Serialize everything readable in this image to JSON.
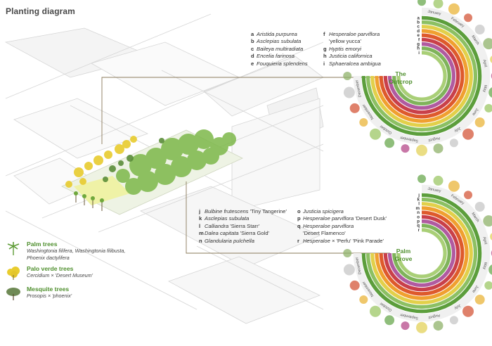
{
  "title": "Planting diagram",
  "outcrop": {
    "label_line1": "The",
    "label_line2": "Outcrop",
    "letters": [
      "a",
      "b",
      "c",
      "d",
      "e",
      "f",
      "g",
      "h",
      "i"
    ],
    "species_left": [
      {
        "key": "a",
        "name": "Aristida purpurea"
      },
      {
        "key": "b",
        "name": "Asclepias subulata"
      },
      {
        "key": "c",
        "name": "Baileya multiradiata"
      },
      {
        "key": "d",
        "name": "Encelia farinosa"
      },
      {
        "key": "e",
        "name": "Fouquieria splendens"
      }
    ],
    "species_right": [
      {
        "key": "f",
        "name": "Hesperaloe parviflora",
        "cultivar": ""
      },
      {
        "key": "",
        "name": "",
        "cultivar": "'yellow yucca'"
      },
      {
        "key": "g",
        "name": "Hyptis emoryi",
        "cultivar": ""
      },
      {
        "key": "h",
        "name": "Justicia californica",
        "cultivar": ""
      },
      {
        "key": "i",
        "name": "Sphaeralcea ambigua",
        "cultivar": ""
      }
    ]
  },
  "palm_grove": {
    "label_line1": "Palm",
    "label_line2": "Grove",
    "letters": [
      "j",
      "k",
      "l",
      "m",
      "n",
      "o",
      "p",
      "q",
      "r"
    ],
    "species_left": [
      {
        "key": "j",
        "name": "Bulbine frutescens",
        "cultivar": "'Tiny Tangerine'"
      },
      {
        "key": "k",
        "name": "Asclepias subulata",
        "cultivar": ""
      },
      {
        "key": "l",
        "name": "Calliandra",
        "cultivar": "'Sierra Starr'"
      },
      {
        "key": "m",
        "name": "Dalea capitata",
        "cultivar": "'Sierra Gold'"
      },
      {
        "key": "n",
        "name": "Glandularia pulchella",
        "cultivar": ""
      }
    ],
    "species_right": [
      {
        "key": "o",
        "name": "Justicia spicigera",
        "cultivar": ""
      },
      {
        "key": "p",
        "name": "Hesperaloe parviflora",
        "cultivar": "'Desert Dusk'"
      },
      {
        "key": "q",
        "name": "Hesperaloe parviflora",
        "cultivar": ""
      },
      {
        "key": "",
        "name": "",
        "cultivar": "'Desert Flamenco'"
      },
      {
        "key": "r",
        "name": "Hesperaloe ×",
        "cultivar": "'Perfu' 'Pink Parade'"
      }
    ]
  },
  "months": [
    "January",
    "February",
    "March",
    "April",
    "May",
    "June",
    "July",
    "August",
    "September",
    "October",
    "November",
    "December"
  ],
  "legend": [
    {
      "title": "Palm trees",
      "species": [
        "Washingtonia filifera, Washingtonia filibusta,",
        "Phoenix dactylifera"
      ],
      "color": "#5d9b35"
    },
    {
      "title": "Palo verde trees",
      "species": [
        "Cercidium × 'Desert Museum'"
      ],
      "color": "#e3c52a"
    },
    {
      "title": "Mesquite trees",
      "species": [
        "Prosopis × 'phoenix'"
      ],
      "color": "#6f8a55"
    }
  ],
  "colors": {
    "accent_green": "#4f8f2e",
    "ring_colors": [
      "#5c9e3c",
      "#8cc063",
      "#e2d04a",
      "#f0a030",
      "#de5a2c",
      "#c9404a",
      "#b05aa0",
      "#7fb35a",
      "#a9cf77"
    ]
  }
}
